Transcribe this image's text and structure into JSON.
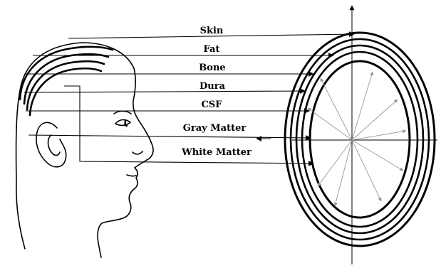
{
  "figure": {
    "labels": {
      "skin": "Skin",
      "fat": "Fat",
      "bone": "Bone",
      "dura": "Dura",
      "csf": "CSF",
      "gray_matter": "Gray Matter",
      "white_matter": "White Matter"
    },
    "colors": {
      "stroke": "#000000",
      "thin_ray": "#999999",
      "background": "#ffffff"
    }
  }
}
